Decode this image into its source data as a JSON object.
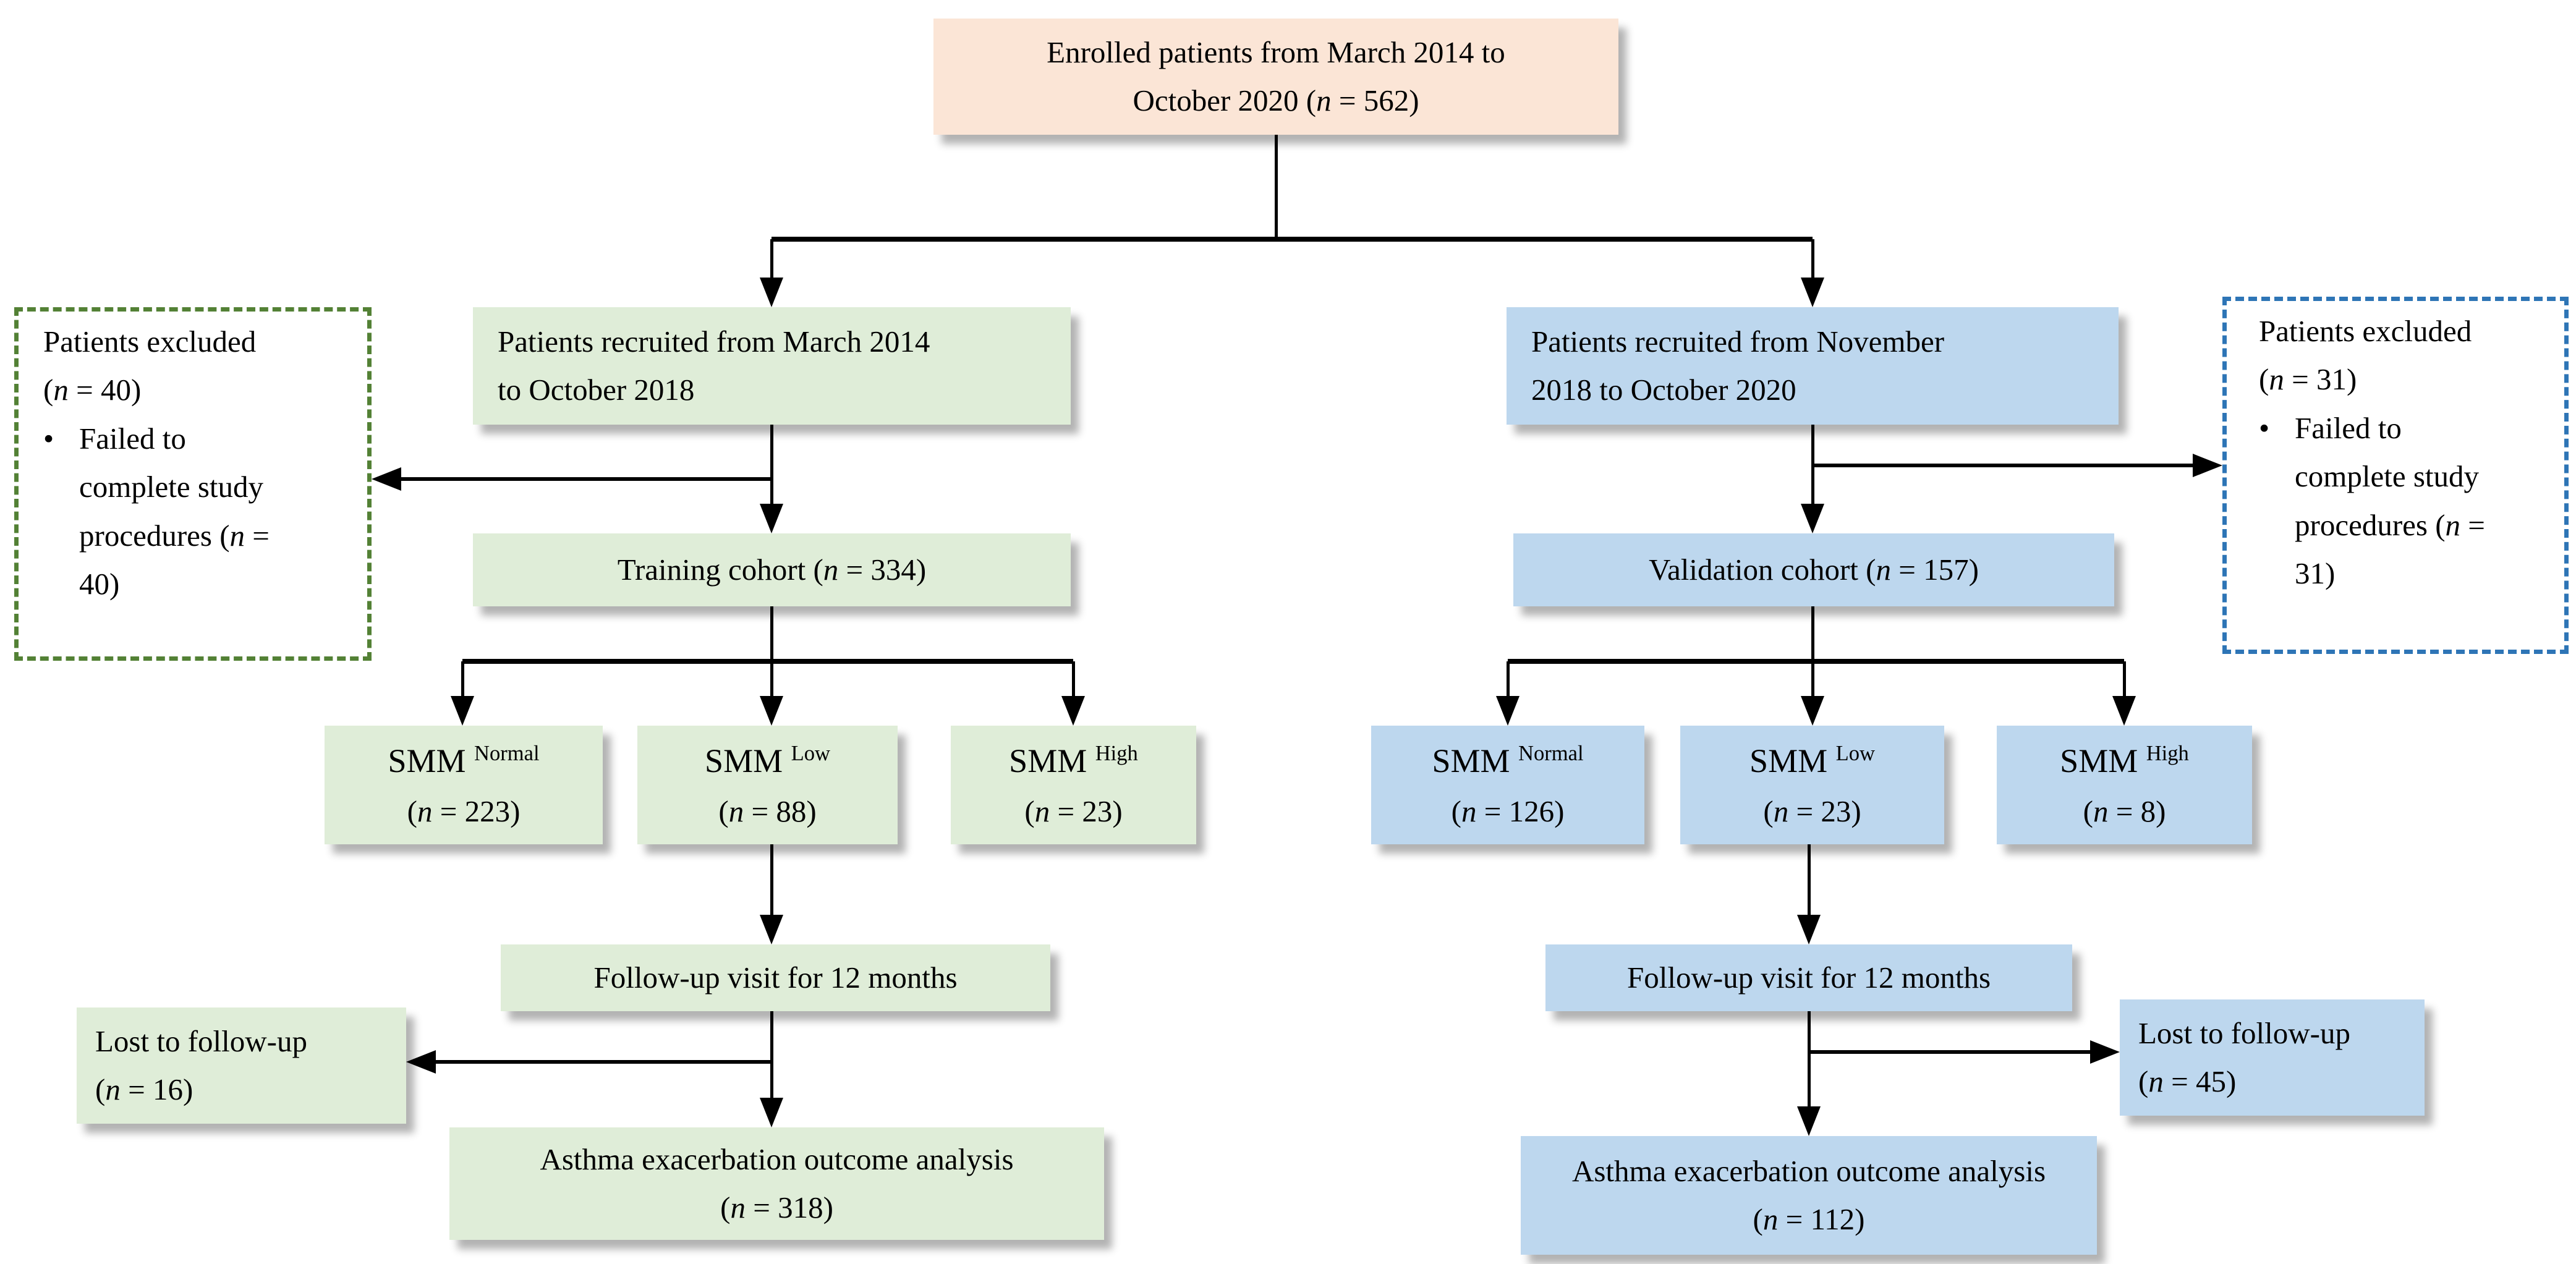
{
  "punct": {
    "bullet": "•"
  },
  "colors": {
    "enrolled_fill": "#FBE5D6",
    "training_fill": "#DFEDD8",
    "validation_fill": "#BDD7EE",
    "excluded_training_border": "#538135",
    "excluded_validation_border": "#2E75B6",
    "connector": "#000000"
  },
  "nodes": {
    "enrolled": {
      "lines": [
        [
          {
            "s": "Enrolled patients from March 2014 to"
          }
        ],
        [
          {
            "s": "October 2020 ("
          },
          {
            "s": "n",
            "i": 1
          },
          {
            "s": " = 562)"
          }
        ]
      ]
    },
    "recruited_training": {
      "lines": [
        [
          {
            "s": "Patients recruited from March 2014"
          }
        ],
        [
          {
            "s": "to October 2018"
          }
        ]
      ]
    },
    "recruited_validation": {
      "lines": [
        [
          {
            "s": "Patients recruited from November"
          }
        ],
        [
          {
            "s": "2018 to October 2020"
          }
        ]
      ]
    },
    "excluded_training": {
      "lines": [
        [
          {
            "s": "Patients excluded"
          }
        ],
        [
          {
            "s": "("
          },
          {
            "s": "n",
            "i": 1
          },
          {
            "s": " = 40)"
          }
        ]
      ],
      "item": [
        {
          "s": "Failed to complete study procedures ("
        },
        {
          "s": "n",
          "i": 1
        },
        {
          "s": " = 40)"
        }
      ]
    },
    "excluded_validation": {
      "lines": [
        [
          {
            "s": "Patients excluded"
          }
        ],
        [
          {
            "s": "("
          },
          {
            "s": "n",
            "i": 1
          },
          {
            "s": " = 31)"
          }
        ]
      ],
      "item": [
        {
          "s": "Failed to complete study procedures ("
        },
        {
          "s": "n",
          "i": 1
        },
        {
          "s": " = 31)"
        }
      ]
    },
    "training_cohort": {
      "lines": [
        [
          {
            "s": "Training cohort ("
          },
          {
            "s": "n",
            "i": 1
          },
          {
            "s": " = 334)"
          }
        ]
      ]
    },
    "validation_cohort": {
      "lines": [
        [
          {
            "s": "Validation cohort ("
          },
          {
            "s": "n",
            "i": 1
          },
          {
            "s": " = 157)"
          }
        ]
      ]
    },
    "smm_normal_training": {
      "lines": [
        [
          {
            "s": "SMM "
          },
          {
            "s": "Normal",
            "sup": 1
          }
        ],
        [
          {
            "s": "("
          },
          {
            "s": "n",
            "i": 1
          },
          {
            "s": " = 223)"
          }
        ]
      ]
    },
    "smm_low_training": {
      "lines": [
        [
          {
            "s": "SMM "
          },
          {
            "s": "Low",
            "sup": 1
          }
        ],
        [
          {
            "s": "("
          },
          {
            "s": "n",
            "i": 1
          },
          {
            "s": " = 88)"
          }
        ]
      ]
    },
    "smm_high_training": {
      "lines": [
        [
          {
            "s": "SMM "
          },
          {
            "s": "High",
            "sup": 1
          }
        ],
        [
          {
            "s": "("
          },
          {
            "s": "n",
            "i": 1
          },
          {
            "s": " = 23)"
          }
        ]
      ]
    },
    "smm_normal_validation": {
      "lines": [
        [
          {
            "s": "SMM "
          },
          {
            "s": "Normal",
            "sup": 1
          }
        ],
        [
          {
            "s": "("
          },
          {
            "s": "n",
            "i": 1
          },
          {
            "s": " = 126)"
          }
        ]
      ]
    },
    "smm_low_validation": {
      "lines": [
        [
          {
            "s": "SMM "
          },
          {
            "s": "Low",
            "sup": 1
          }
        ],
        [
          {
            "s": "("
          },
          {
            "s": "n",
            "i": 1
          },
          {
            "s": " = 23)"
          }
        ]
      ]
    },
    "smm_high_validation": {
      "lines": [
        [
          {
            "s": "SMM "
          },
          {
            "s": "High",
            "sup": 1
          }
        ],
        [
          {
            "s": "("
          },
          {
            "s": "n",
            "i": 1
          },
          {
            "s": " = 8)"
          }
        ]
      ]
    },
    "followup_training": {
      "lines": [
        [
          {
            "s": "Follow-up visit for 12 months"
          }
        ]
      ]
    },
    "followup_validation": {
      "lines": [
        [
          {
            "s": "Follow-up visit for 12 months"
          }
        ]
      ]
    },
    "lost_training": {
      "lines": [
        [
          {
            "s": "Lost to follow-up"
          }
        ],
        [
          {
            "s": "("
          },
          {
            "s": "n",
            "i": 1
          },
          {
            "s": " = 16)"
          }
        ]
      ]
    },
    "lost_validation": {
      "lines": [
        [
          {
            "s": "Lost to follow-up"
          }
        ],
        [
          {
            "s": "("
          },
          {
            "s": "n",
            "i": 1
          },
          {
            "s": " = 45)"
          }
        ]
      ]
    },
    "asthma_training": {
      "lines": [
        [
          {
            "s": "Asthma exacerbation outcome analysis"
          }
        ],
        [
          {
            "s": "("
          },
          {
            "s": "n",
            "i": 1
          },
          {
            "s": " = 318)"
          }
        ]
      ]
    },
    "asthma_validation": {
      "lines": [
        [
          {
            "s": "Asthma exacerbation outcome analysis"
          }
        ],
        [
          {
            "s": "("
          },
          {
            "s": "n",
            "i": 1
          },
          {
            "s": " = 112)"
          }
        ]
      ]
    }
  }
}
